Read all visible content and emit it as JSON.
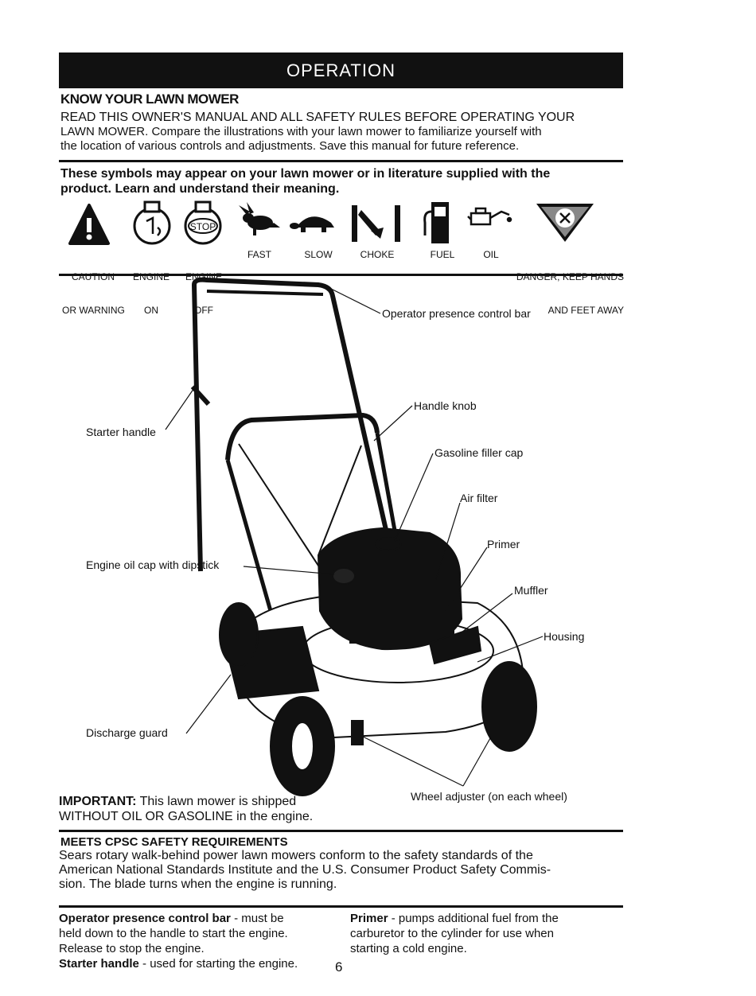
{
  "banner": {
    "title": "OPERATION"
  },
  "know": {
    "heading": "KNOW YOUR LAWN MOWER",
    "line1": "READ THIS OWNER'S MANUAL AND ALL SAFETY RULES BEFORE OPERATING YOUR",
    "line2": "LAWN MOWER.  Compare the illustrations with your lawn mower to familiarize yourself with",
    "line3": "the location of various controls and adjustments.  Save this manual for future reference."
  },
  "symbols": {
    "intro1": "These symbols may appear on your lawn mower or in literature supplied with the",
    "intro2": "product.  Learn and understand their meaning.",
    "caution": {
      "line1": "CAUTION",
      "line2": "OR WARNING",
      "icon": "warning-triangle-icon"
    },
    "engine_on": {
      "line1": "ENGINE",
      "line2": "ON",
      "icon": "engine-on-icon"
    },
    "engine_off": {
      "line1": "ENGINE",
      "line2": "OFF",
      "icon": "engine-off-icon",
      "icon_text": "STOP"
    },
    "fast": {
      "label": "FAST",
      "icon": "rabbit-icon"
    },
    "slow": {
      "label": "SLOW",
      "icon": "turtle-icon"
    },
    "choke": {
      "label": "CHOKE",
      "icon": "choke-icon"
    },
    "fuel": {
      "label": "FUEL",
      "icon": "fuel-pump-icon"
    },
    "oil": {
      "label": "OIL",
      "icon": "oil-can-icon"
    },
    "danger": {
      "line1": "DANGER, KEEP HANDS",
      "line2": "AND FEET AWAY",
      "icon": "hand-blade-icon"
    }
  },
  "diagram": {
    "operator_bar": "Operator presence control bar",
    "handle_knob": "Handle knob",
    "starter_handle": "Starter handle",
    "gas_cap": "Gasoline filler cap",
    "air_filter": "Air filter",
    "primer": "Primer",
    "oil_cap": "Engine oil cap with dipstick",
    "muffler": "Muffler",
    "housing": "Housing",
    "discharge_guard": "Discharge guard",
    "wheel_adjuster": "Wheel adjuster (on each wheel)"
  },
  "important": {
    "label": "IMPORTANT:",
    "text1": " This lawn mower is shipped",
    "text2": "WITHOUT OIL OR GASOLINE in the engine."
  },
  "cpsc": {
    "heading": "MEETS CPSC SAFETY REQUIREMENTS",
    "line1": "Sears rotary walk-behind power lawn mowers conform to the safety standards of the",
    "line2": "American National Standards Institute and the U.S. Consumer Product Safety Commis-",
    "line3": "sion.  The blade turns when the engine is running."
  },
  "defs": {
    "operator_term": "Operator presence control bar",
    "operator_desc1": " - must be",
    "operator_desc2": "held down to the handle to start the engine.",
    "operator_desc3": "Release to stop the engine.",
    "starter_term": "Starter handle",
    "starter_desc": " - used for starting the engine.",
    "primer_term": "Primer",
    "primer_desc1": " - pumps additional fuel from the",
    "primer_desc2": "carburetor to the cylinder for use when",
    "primer_desc3": "starting a cold engine."
  },
  "page_number": "6"
}
